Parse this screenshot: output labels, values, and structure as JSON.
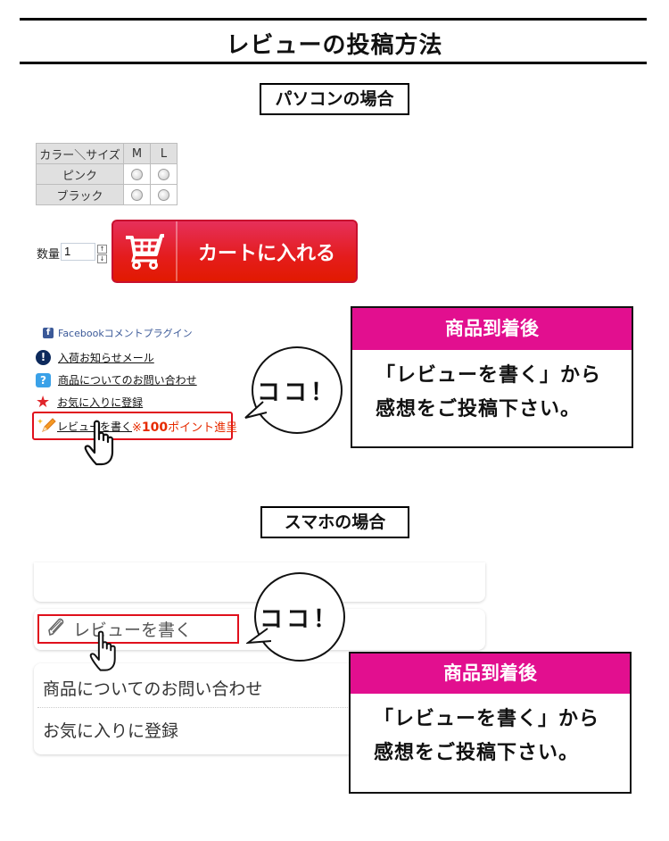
{
  "page": {
    "title": "レビューの投稿方法"
  },
  "pc": {
    "section_label": "パソコンの場合",
    "variant_table": {
      "header": [
        "カラー＼サイズ",
        "M",
        "L"
      ],
      "rows": [
        {
          "label": "ピンク",
          "options": [
            "M",
            "L"
          ]
        },
        {
          "label": "ブラック",
          "options": [
            "M",
            "L"
          ]
        }
      ]
    },
    "quantity": {
      "label": "数量",
      "value": "1",
      "up": "↑",
      "down": "↓"
    },
    "cart_button": {
      "label": "カートに入れる",
      "icon": "cart-icon",
      "color": "#e41c1c"
    },
    "facebook_label": "Facebookコメントプラグイン",
    "links": [
      {
        "label": "入荷お知らせメール",
        "icon": "exclamation-icon"
      },
      {
        "label": "商品についてのお問い合わせ",
        "icon": "question-icon"
      },
      {
        "label": "お気に入りに登録",
        "icon": "star-icon"
      }
    ],
    "review_link": {
      "label": "レビューを書く",
      "points": "※",
      "points_number": "100",
      "points_suffix": "ポイント進呈",
      "icon": "pencil-sparkle-icon"
    },
    "callout": "ココ！",
    "info_box": {
      "header": "商品到着後",
      "line1": "「レビューを書く」から",
      "line2": "感想をご投稿下さい。",
      "accent": "#e20f8f"
    }
  },
  "sp": {
    "section_label": "スマホの場合",
    "review_button": {
      "label": "レビューを書く",
      "icon": "pencil-icon"
    },
    "menu_items": [
      {
        "label": "商品についてのお問い合わせ"
      },
      {
        "label": "お気に入りに登録"
      }
    ],
    "callout": "ココ！",
    "info_box": {
      "header": "商品到着後",
      "line1": "「レビューを書く」から",
      "line2": "感想をご投稿下さい。",
      "accent": "#e20f8f"
    }
  }
}
